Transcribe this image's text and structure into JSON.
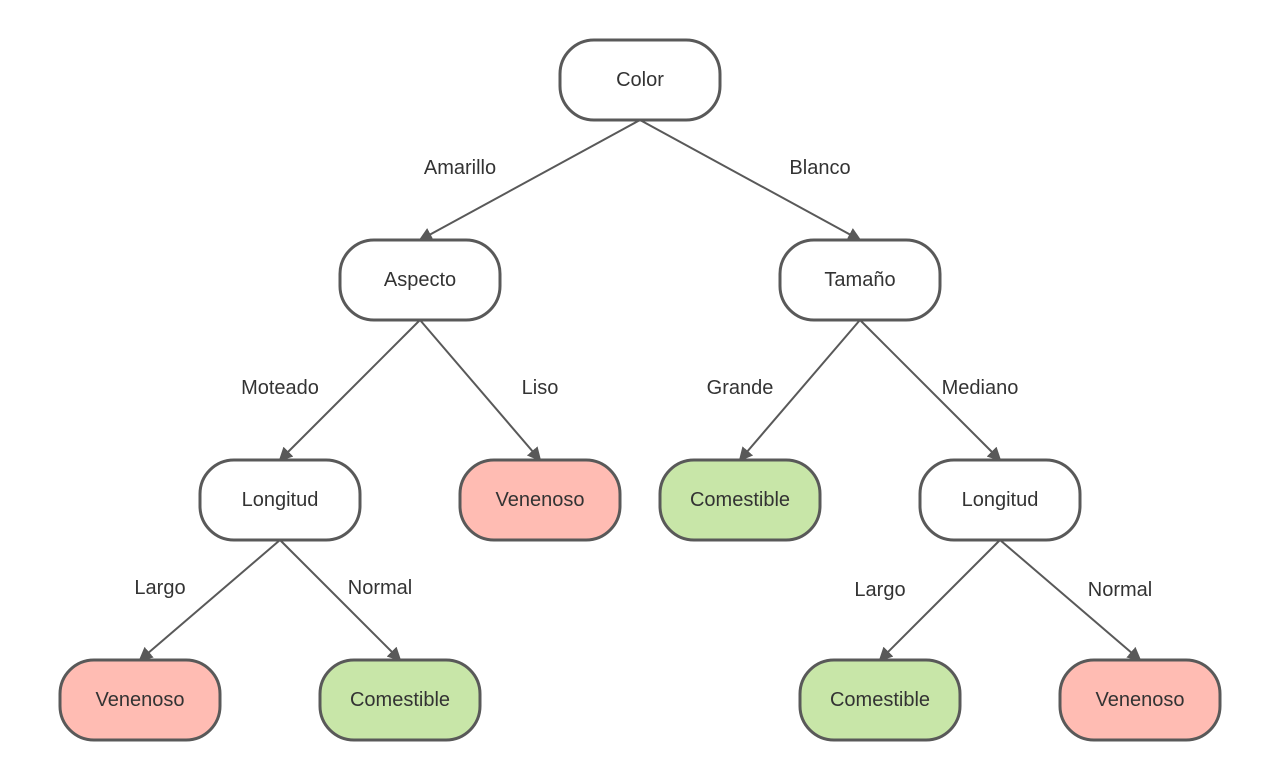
{
  "colors": {
    "decision": "#ffffff",
    "venenoso": "#ffbcb3",
    "comestible": "#c8e6a8",
    "stroke": "#595959",
    "text": "#333333"
  },
  "nodes": [
    {
      "id": "color",
      "label": "Color",
      "kind": "decision"
    },
    {
      "id": "aspecto",
      "label": "Aspecto",
      "kind": "decision"
    },
    {
      "id": "tamano",
      "label": "Tamaño",
      "kind": "decision"
    },
    {
      "id": "longitud1",
      "label": "Longitud",
      "kind": "decision"
    },
    {
      "id": "liso-leaf",
      "label": "Venenoso",
      "kind": "venenoso"
    },
    {
      "id": "grande-leaf",
      "label": "Comestible",
      "kind": "comestible"
    },
    {
      "id": "longitud2",
      "label": "Longitud",
      "kind": "decision"
    },
    {
      "id": "largo1-leaf",
      "label": "Venenoso",
      "kind": "venenoso"
    },
    {
      "id": "normal1-leaf",
      "label": "Comestible",
      "kind": "comestible"
    },
    {
      "id": "largo2-leaf",
      "label": "Comestible",
      "kind": "comestible"
    },
    {
      "id": "normal2-leaf",
      "label": "Venenoso",
      "kind": "venenoso"
    }
  ],
  "edges": [
    {
      "from": "color",
      "to": "aspecto",
      "label": "Amarillo"
    },
    {
      "from": "color",
      "to": "tamano",
      "label": "Blanco"
    },
    {
      "from": "aspecto",
      "to": "longitud1",
      "label": "Moteado"
    },
    {
      "from": "aspecto",
      "to": "liso-leaf",
      "label": "Liso"
    },
    {
      "from": "tamano",
      "to": "grande-leaf",
      "label": "Grande"
    },
    {
      "from": "tamano",
      "to": "longitud2",
      "label": "Mediano"
    },
    {
      "from": "longitud1",
      "to": "largo1-leaf",
      "label": "Largo"
    },
    {
      "from": "longitud1",
      "to": "normal1-leaf",
      "label": "Normal"
    },
    {
      "from": "longitud2",
      "to": "largo2-leaf",
      "label": "Largo"
    },
    {
      "from": "longitud2",
      "to": "normal2-leaf",
      "label": "Normal"
    }
  ]
}
